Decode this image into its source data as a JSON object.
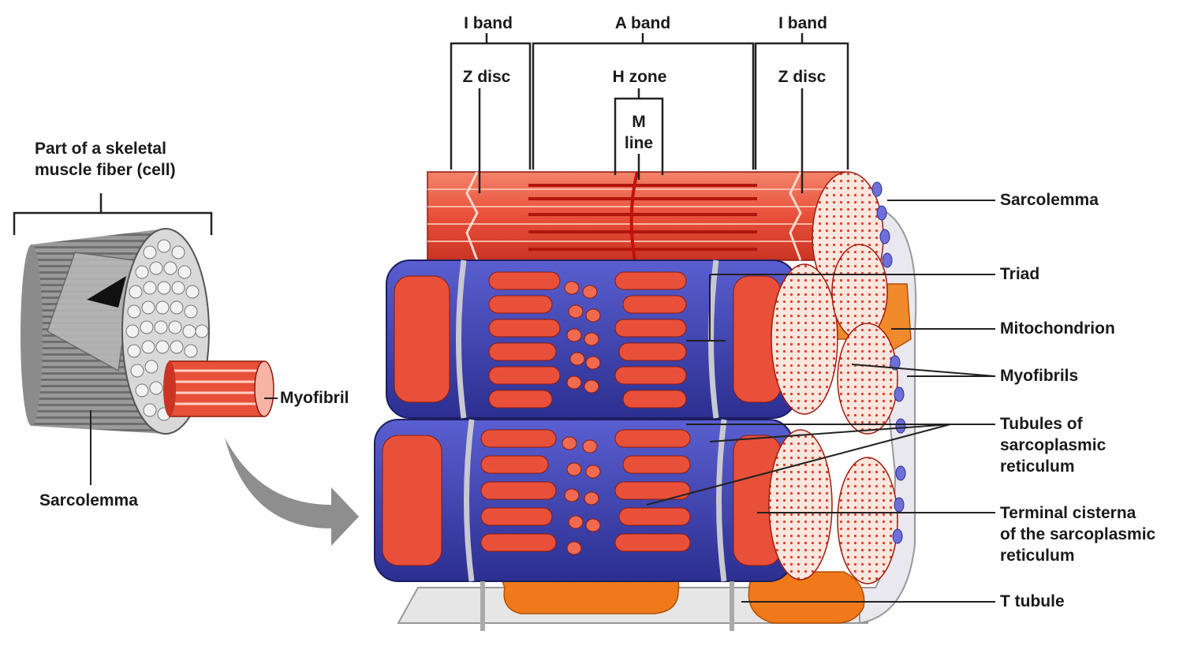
{
  "fiber": {
    "title_lines": [
      "Part of a skeletal",
      "muscle fiber (cell)"
    ],
    "myofibril": "Myofibril",
    "sarcolemma": "Sarcolemma"
  },
  "top": {
    "i_band_left": "I band",
    "a_band": "A band",
    "i_band_right": "I band",
    "z_disc_left": "Z disc",
    "h_zone": "H zone",
    "z_disc_right": "Z disc",
    "m_line_lines": [
      "M",
      "line"
    ]
  },
  "right": {
    "sarcolemma": "Sarcolemma",
    "triad": "Triad",
    "mitochondrion": "Mitochondrion",
    "myofibrils": "Myofibrils",
    "tubules_lines": [
      "Tubules of",
      "sarcoplasmic",
      "reticulum"
    ],
    "terminal_lines": [
      "Terminal cisterna",
      "of the sarcoplasmic",
      "reticulum"
    ],
    "t_tubule": "T tubule"
  },
  "colors": {
    "muscle_red": "#e8503a",
    "muscle_dark": "#c0281c",
    "sarcoplasmic_blue": "#3a3fb0",
    "mitochondrion_orange": "#f07a1a",
    "sarcolemma_gray": "#d8d8d8"
  }
}
